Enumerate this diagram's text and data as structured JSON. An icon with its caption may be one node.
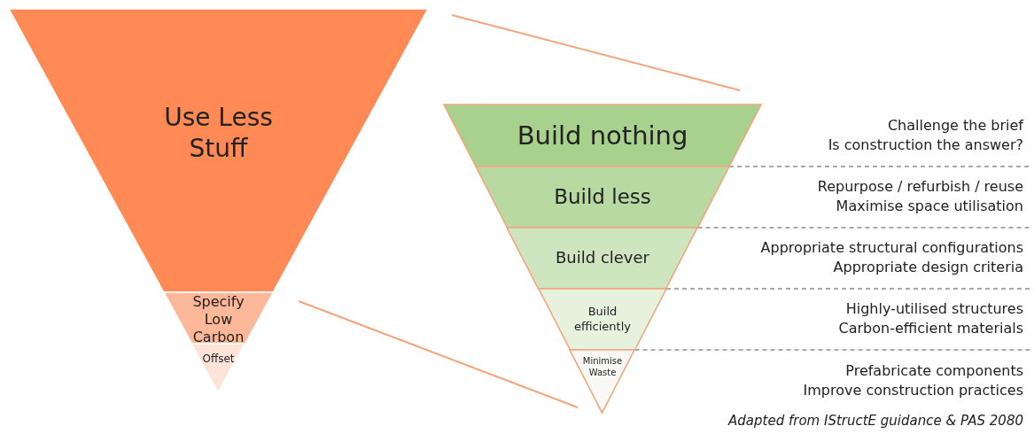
{
  "diagram": {
    "caption": "Adapted from IStructE guidance & PAS 2080",
    "nodes": [
      {
        "text": [
          "Use Less Stuff"
        ]
      },
      {
        "text": [
          "Specify Low Carbon"
        ]
      },
      {
        "text": [
          "Offset"
        ]
      },
      {
        "text": [
          "Build nothing"
        ],
        "beside": [
          "Challenge the brief",
          "Is construction the answer?"
        ]
      },
      {
        "text": [
          "Build less"
        ],
        "beside": [
          "Repurpose / refurbish / reuse",
          "Maximise space utilisation"
        ]
      },
      {
        "text": [
          "Build clever"
        ],
        "beside": [
          "Appropriate structural configurations",
          "Appropriate design criteria"
        ]
      },
      {
        "text": [
          "Build efficiently"
        ],
        "beside": [
          "Highly-utilised structures",
          "Carbon-efficient materials"
        ]
      },
      {
        "text": [
          "Minimise Waste"
        ],
        "beside": [
          "Prefabricate components",
          "Improve construction practices"
        ]
      }
    ],
    "edges": []
  }
}
